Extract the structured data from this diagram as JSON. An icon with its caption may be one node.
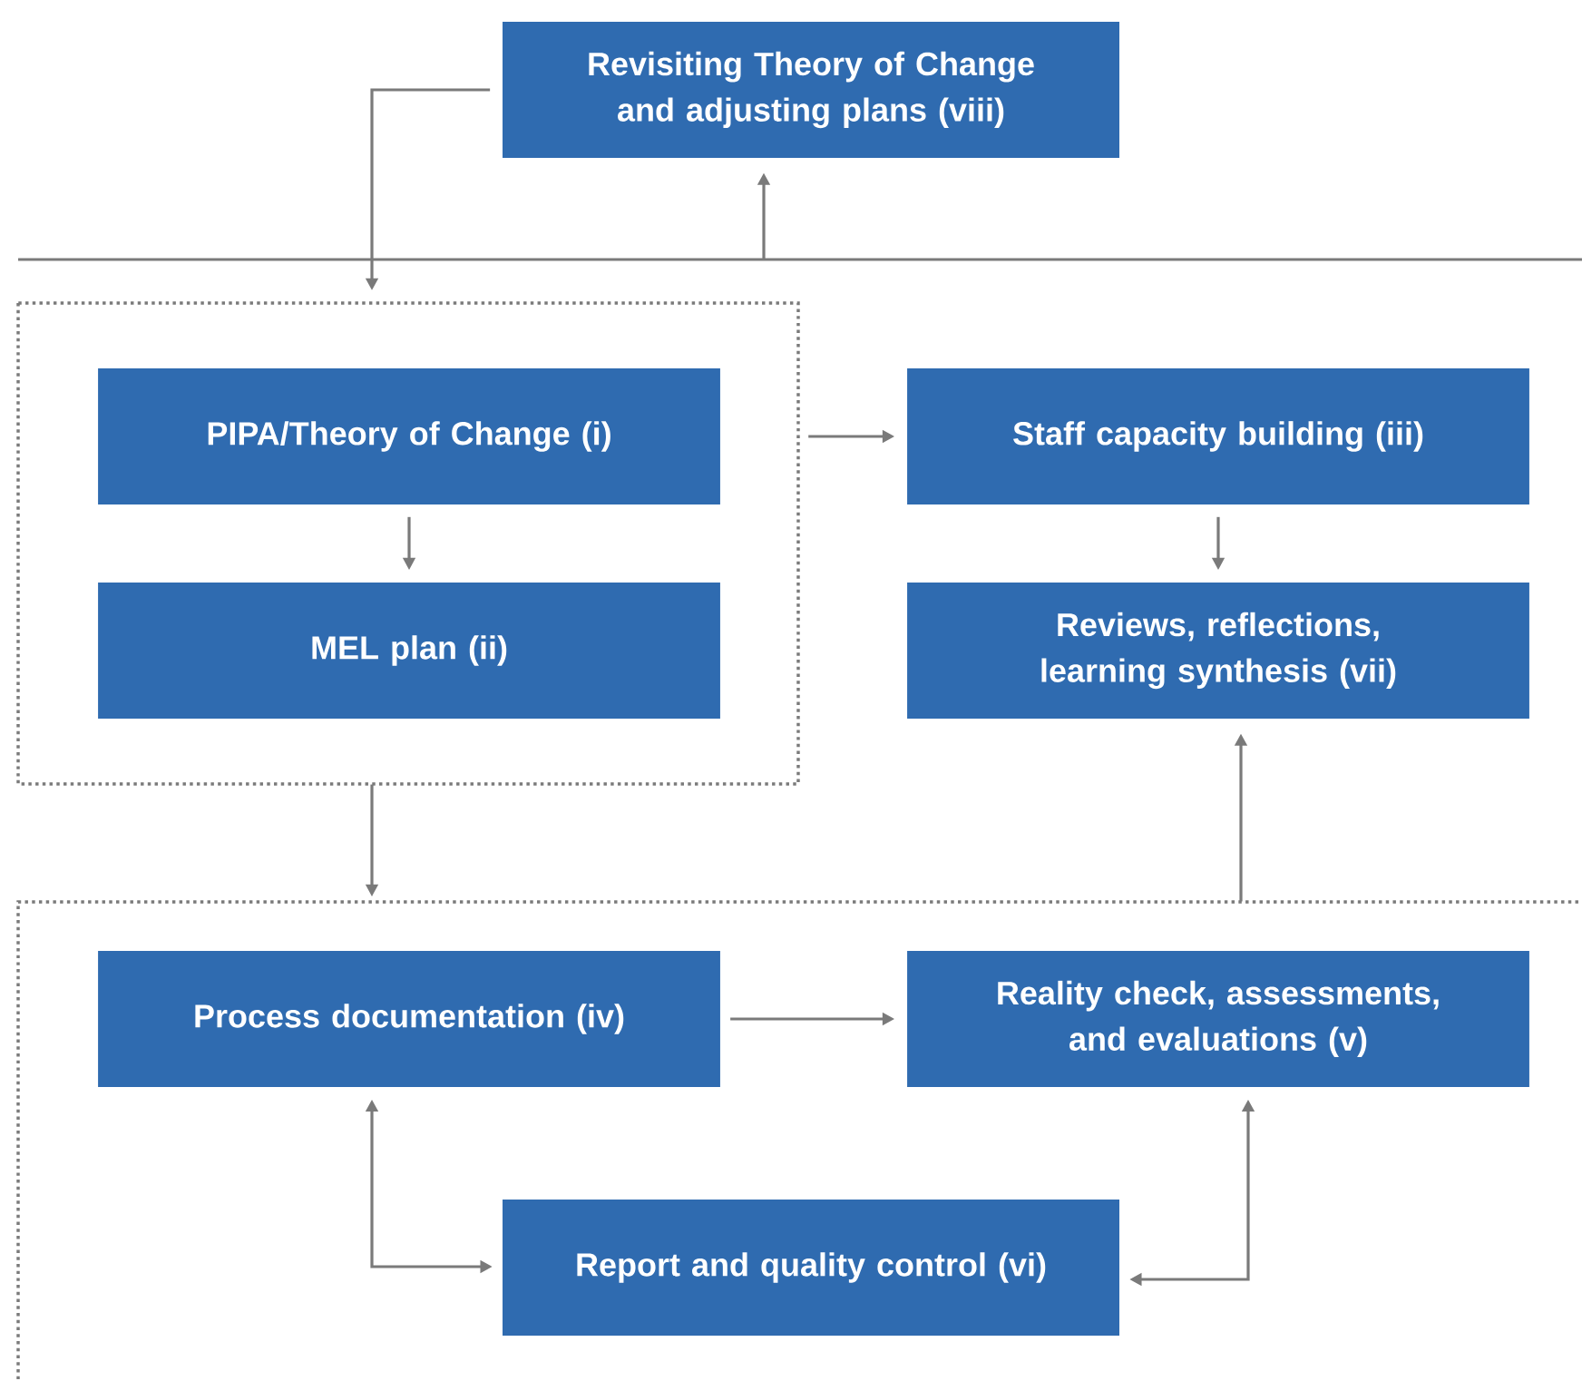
{
  "diagram": {
    "nodes": [
      {
        "text": [
          "Revisiting Theory of Change and adjusting plans  (viii)"
        ]
      },
      {
        "text": [],
        "shape": "box"
      },
      {
        "text": [
          "PIPA/Theory of Change (i)"
        ],
        "in": 1
      },
      {
        "text": [
          "MEL plan (ii)"
        ],
        "in": 1
      },
      {
        "text": [
          "Staff capacity building (iii)"
        ]
      },
      {
        "text": [
          "Reviews, reflections, learning synthesis  (vii)"
        ]
      },
      {
        "text": [],
        "shape": "box"
      },
      {
        "text": [
          "Process documentation (iv)"
        ],
        "in": 6
      },
      {
        "text": [
          "Reality check, assessments, and evaluations (v)"
        ],
        "in": 6
      },
      {
        "text": [
          "Report and quality control (vi)"
        ],
        "in": 6
      }
    ],
    "edges": [
      {
        "from": 0,
        "to": 1,
        "arrow": "to"
      },
      {
        "from": null,
        "to": 0,
        "arrow": "to"
      },
      {
        "from": 1,
        "to": 4,
        "arrow": "to"
      },
      {
        "from": 2,
        "to": 3,
        "arrow": "to"
      },
      {
        "from": 4,
        "to": 5,
        "arrow": "to"
      },
      {
        "from": 1,
        "to": 6,
        "arrow": "to"
      },
      {
        "from": 6,
        "to": 5,
        "arrow": "to"
      },
      {
        "from": 7,
        "to": 8,
        "arrow": "to"
      },
      {
        "from": 7,
        "to": 9,
        "arrow": "both"
      },
      {
        "from": 9,
        "to": 8,
        "arrow": "both"
      }
    ]
  }
}
